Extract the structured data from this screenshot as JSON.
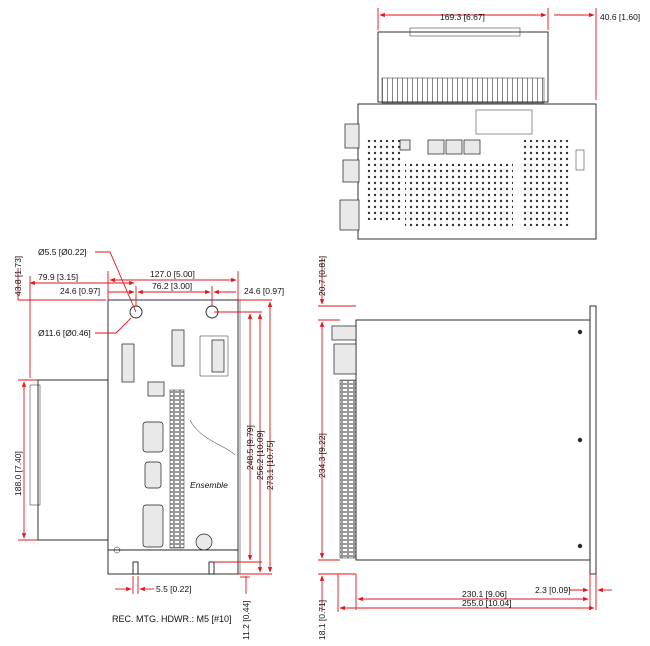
{
  "dimensions": {
    "top_width": "169.3 [6.67]",
    "top_depth": "40.6 [1.60]",
    "hole_dia": "Ø5.5 [Ø0.22]",
    "slot_dia": "Ø11.6 [Ø0.46]",
    "hole_to_edge": "79.9 [3.15]",
    "overall_width_front": "127.0 [5.00]",
    "left_offset": "24.6 [0.97]",
    "hole_spacing": "76.2 [3.00]",
    "right_offset": "24.6 [0.97]",
    "top_offset_left": "43.8 [1.73]",
    "heatsink_height": "188.0 [7.40]",
    "height_a": "248.5 [9.79]",
    "height_b": "256.2 [10.09]",
    "height_c": "273.1 [10.75]",
    "slot_width": "5.5 [0.22]",
    "bottom_offset": "11.2 [0.44]",
    "side_top_offset": "20.7 [0.81]",
    "side_height": "234.3 [9.22]",
    "side_bottom_offset": "18.1 [0.71]",
    "side_flange": "2.3 [0.09]",
    "side_depth_a": "230.1 [9.06]",
    "side_depth_b": "255.0 [10.04]"
  },
  "notes": {
    "hardware": "REC. MTG. HDWR.: M5 [#10]"
  }
}
